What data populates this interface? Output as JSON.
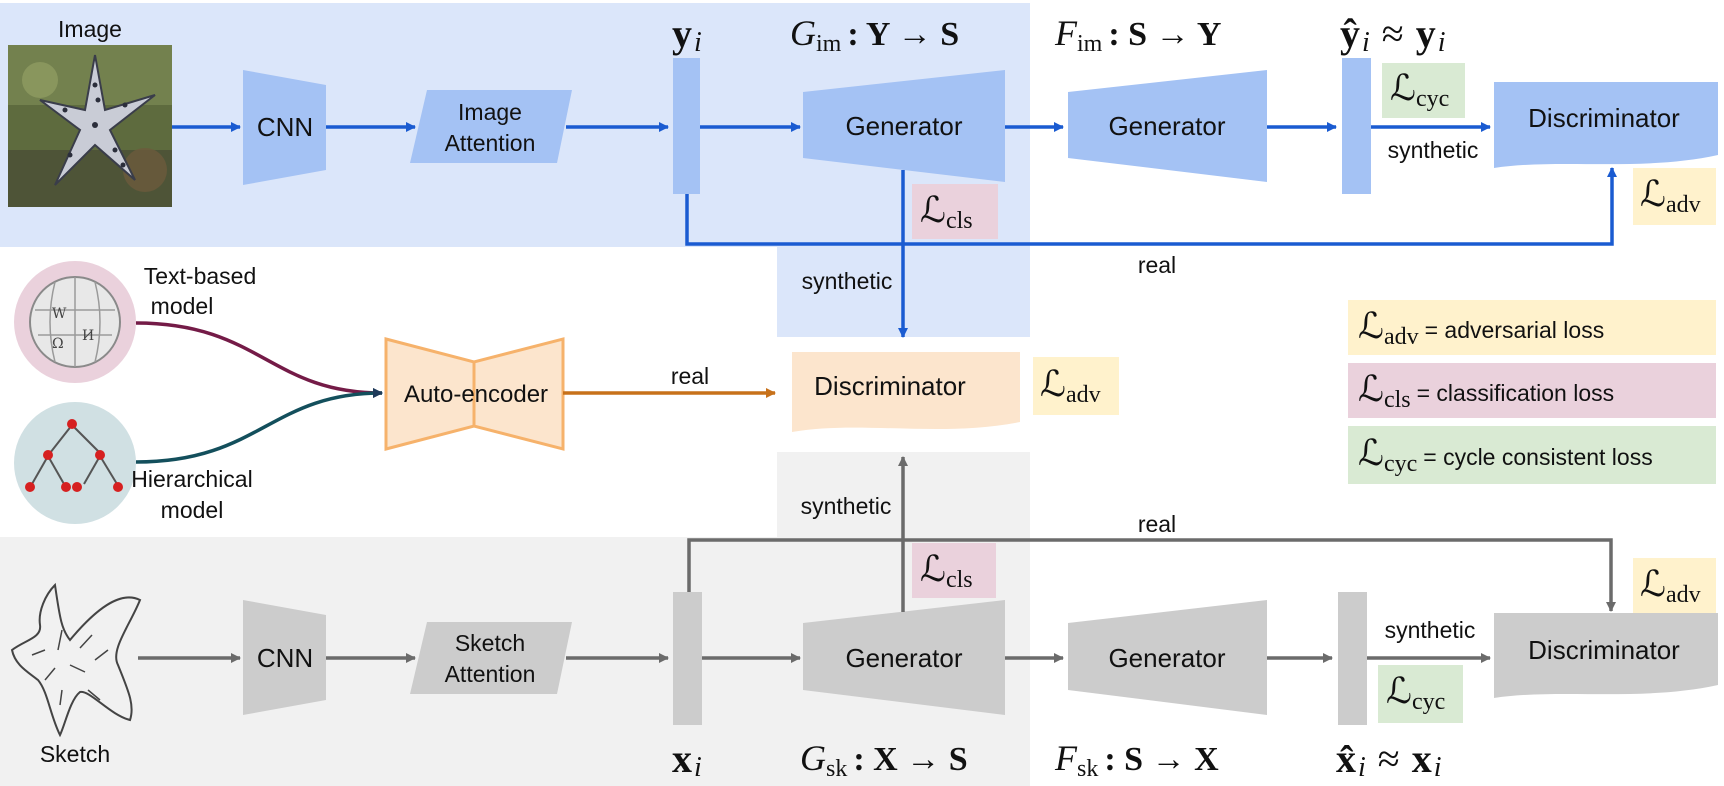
{
  "colors": {
    "blue_region": "#dbe6fa",
    "gray_region": "#f1f1f1",
    "blue_block": "#a4c2f4",
    "blue_line": "#1a5bd1",
    "gray_block": "#cccccc",
    "gray_line": "#6b6b6b",
    "orange_block": "#fce5cd",
    "orange_line": "#f6b26b",
    "orange_arrow": "#c7711a",
    "loss_adv": "#fff2cc",
    "loss_cls": "#ead1dc",
    "loss_cyc": "#d9ead3",
    "text_model_circle": "#ead1dc",
    "hier_model_circle": "#d0e0e3",
    "text_curve": "#741b47",
    "hier_curve": "#134f5c"
  },
  "image_branch": {
    "input_label": "Image",
    "input_icon": "starfish-photo-icon",
    "cnn": "CNN",
    "attention_line1": "Image",
    "attention_line2": "Attention",
    "feature_sym": "y",
    "feature_sub": "i",
    "gen1_label": "Generator",
    "gen1_map_name": "G",
    "gen1_map_sub": "im",
    "gen1_map_rest": ": Y → S",
    "gen2_label": "Generator",
    "gen2_map_name": "F",
    "gen2_map_sub": "im",
    "gen2_map_rest": ": S → Y",
    "recon_sym": "ŷ",
    "recon_sub": "i",
    "recon_approx": "≈",
    "recon_sym2": "y",
    "recon_sub2": "i",
    "loss_cyc": "cyc",
    "loss_cls": "cls",
    "loss_adv": "adv",
    "synthetic_label": "synthetic",
    "real_label": "real",
    "disc_label": "Discriminator"
  },
  "semantic_branch": {
    "text_model_line1": "Text-based",
    "text_model_line2": "model",
    "hier_model_line1": "Hierarchical",
    "hier_model_line2": "model",
    "autoencoder": "Auto-encoder",
    "real_label": "real",
    "disc_label": "Discriminator",
    "loss_adv": "adv",
    "synthetic_top": "synthetic",
    "synthetic_bottom": "synthetic"
  },
  "sketch_branch": {
    "input_label": "Sketch",
    "input_icon": "starfish-sketch-icon",
    "cnn": "CNN",
    "attention_line1": "Sketch",
    "attention_line2": "Attention",
    "feature_sym": "x",
    "feature_sub": "i",
    "gen1_label": "Generator",
    "gen1_map_name": "G",
    "gen1_map_sub": "sk",
    "gen1_map_rest": ": X → S",
    "gen2_label": "Generator",
    "gen2_map_name": "F",
    "gen2_map_sub": "sk",
    "gen2_map_rest": ": S → X",
    "recon_sym": "x̂",
    "recon_sub": "i",
    "recon_approx": "≈",
    "recon_sym2": "x",
    "recon_sub2": "i",
    "loss_cyc": "cyc",
    "loss_cls": "cls",
    "loss_adv": "adv",
    "synthetic_label": "synthetic",
    "real_label": "real",
    "disc_label": "Discriminator"
  },
  "legend": {
    "script_L": "ℒ",
    "adv_sub": "adv",
    "adv_text": "= adversarial loss",
    "cls_sub": "cls",
    "cls_text": "= classification loss",
    "cyc_sub": "cyc",
    "cyc_text": "= cycle consistent loss"
  }
}
